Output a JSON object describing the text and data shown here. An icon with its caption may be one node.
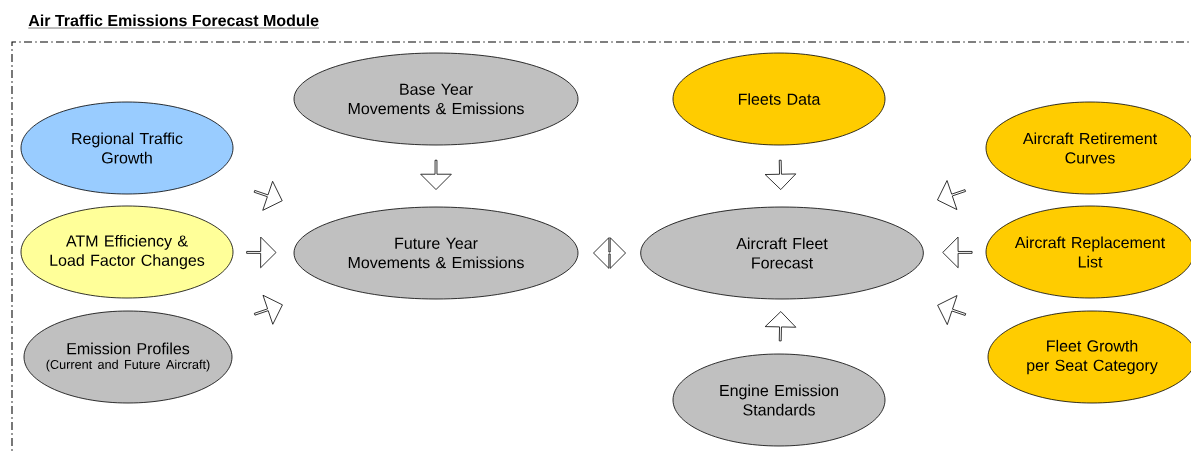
{
  "diagram": {
    "title": "Air Traffic Emissions Forecast Module",
    "nodes": [
      {
        "text": [
          "Regional Traffic Growth"
        ]
      },
      {
        "text": [
          "ATM Efficiency & Load Factor Changes"
        ]
      },
      {
        "text": [
          "Emission Profiles",
          "(Current and Future Aircraft)"
        ]
      },
      {
        "text": [
          "Base Year Movements & Emissions"
        ]
      },
      {
        "text": [
          "Future Year Movements & Emissions"
        ]
      },
      {
        "text": [
          "Fleets Data"
        ]
      },
      {
        "text": [
          "Aircraft Fleet Forecast"
        ]
      },
      {
        "text": [
          "Engine Emission Standards"
        ]
      },
      {
        "text": [
          "Aircraft Retirement Curves"
        ]
      },
      {
        "text": [
          "Aircraft Replacement List"
        ]
      },
      {
        "text": [
          "Fleet Growth per Seat Category"
        ]
      }
    ],
    "edges": [
      {
        "from": 0,
        "to": 4,
        "arrow": "to"
      },
      {
        "from": 1,
        "to": 4,
        "arrow": "to"
      },
      {
        "from": 2,
        "to": 4,
        "arrow": "to"
      },
      {
        "from": 3,
        "to": 4,
        "arrow": "to"
      },
      {
        "from": 4,
        "to": 6,
        "arrow": "both"
      },
      {
        "from": 5,
        "to": 6,
        "arrow": "to"
      },
      {
        "from": 8,
        "to": 6,
        "arrow": "to"
      },
      {
        "from": 9,
        "to": 6,
        "arrow": "to"
      },
      {
        "from": 10,
        "to": 6,
        "arrow": "to"
      },
      {
        "from": 7,
        "to": 6,
        "arrow": "to"
      }
    ]
  }
}
